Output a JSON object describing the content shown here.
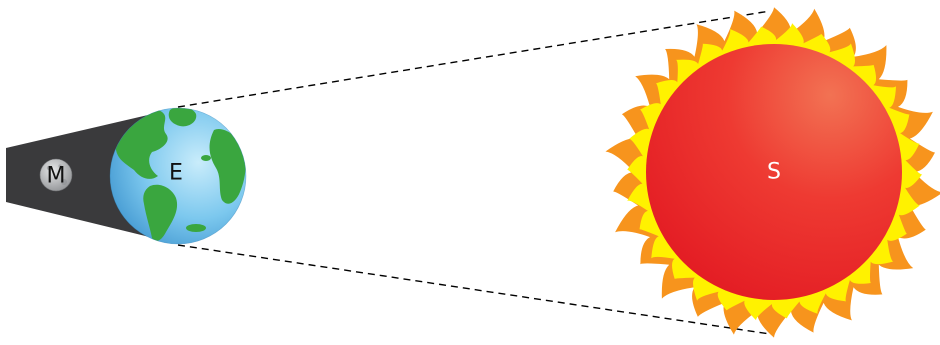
{
  "diagram": {
    "bodies": {
      "moon": {
        "label": "M",
        "icon": "moon-icon"
      },
      "earth": {
        "label": "E",
        "icon": "earth-globe-icon"
      },
      "sun": {
        "label": "S",
        "icon": "sun-icon"
      }
    },
    "colors": {
      "umbra": "#3a3a3c",
      "sun_core": "#ec1c24",
      "sun_corona_outer": "#f7941d",
      "sun_corona_inner": "#fff200",
      "ocean": "#5bb8e8",
      "land": "#3aa63f",
      "moon": "#a7a9ac",
      "tangent_lines": "#000000",
      "label_dark": "#111111",
      "label_light": "#ffffff"
    }
  }
}
